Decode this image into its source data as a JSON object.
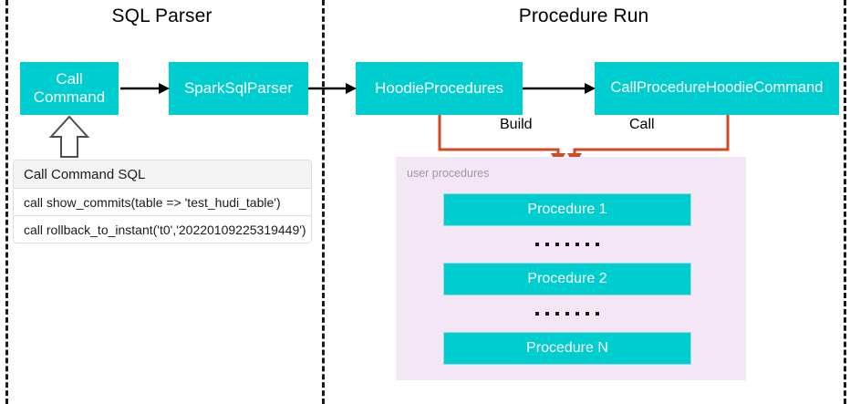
{
  "sections": {
    "left": {
      "title": "SQL Parser"
    },
    "right": {
      "title": "Procedure Run"
    }
  },
  "nodes": {
    "call_command": "Call\nCommand",
    "call_command_line1": "Call",
    "call_command_line2": "Command",
    "spark_sql_parser": "SparkSqlParser",
    "hoodie_procedures": "HoodieProcedures",
    "call_procedure_hoodie_command": "CallProcedureHoodieCommand"
  },
  "connectors": {
    "build_label": "Build",
    "call_label": "Call"
  },
  "sql_table": {
    "header": "Call Command SQL",
    "rows": [
      "call show_commits(table => 'test_hudi_table')",
      "call rollback_to_instant('t0','20220109225319449')"
    ]
  },
  "user_procedures": {
    "label": "user procedures",
    "items": [
      {
        "name": "Procedure 1"
      },
      {
        "name": "Procedure 2"
      },
      {
        "name": "Procedure N"
      }
    ],
    "ellipsis_dot_count": 7
  },
  "colors": {
    "teal": "#00CDCF",
    "orange": "#D04A26",
    "purple_panel": "#f3e6f5",
    "divider": "#1a1a1a",
    "table_header_bg": "#f4f4f4",
    "label_gray": "#9b9b9b"
  }
}
